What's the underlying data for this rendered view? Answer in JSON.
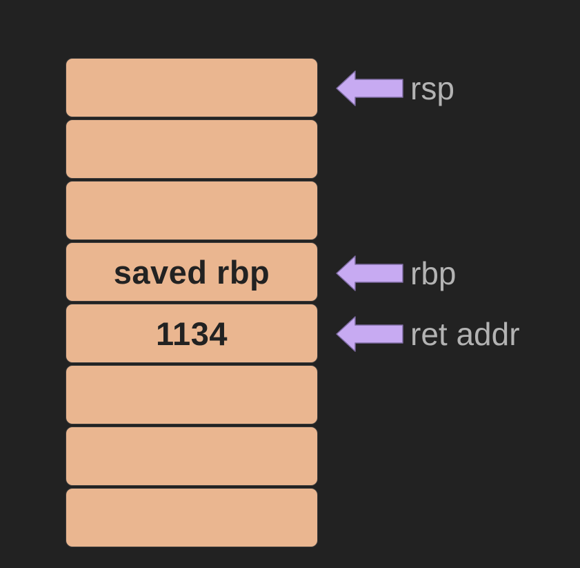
{
  "colors": {
    "background": "#222222",
    "slot_fill": "#eab690",
    "slot_border": "#3a3a3a",
    "slot_text": "#222222",
    "arrow_fill": "#c7aaf2",
    "arrow_stroke": "#7c6aa0",
    "label_text": "#b3b3b3"
  },
  "stack": {
    "slots": [
      {
        "text": ""
      },
      {
        "text": ""
      },
      {
        "text": ""
      },
      {
        "text": "saved rbp"
      },
      {
        "text": "1134"
      },
      {
        "text": ""
      },
      {
        "text": ""
      },
      {
        "text": ""
      }
    ]
  },
  "pointers": [
    {
      "label": "rsp",
      "slot_index": 0,
      "icon": "arrow-left-icon"
    },
    {
      "label": "rbp",
      "slot_index": 3,
      "icon": "arrow-left-icon"
    },
    {
      "label": "ret addr",
      "slot_index": 4,
      "icon": "arrow-left-icon"
    }
  ]
}
